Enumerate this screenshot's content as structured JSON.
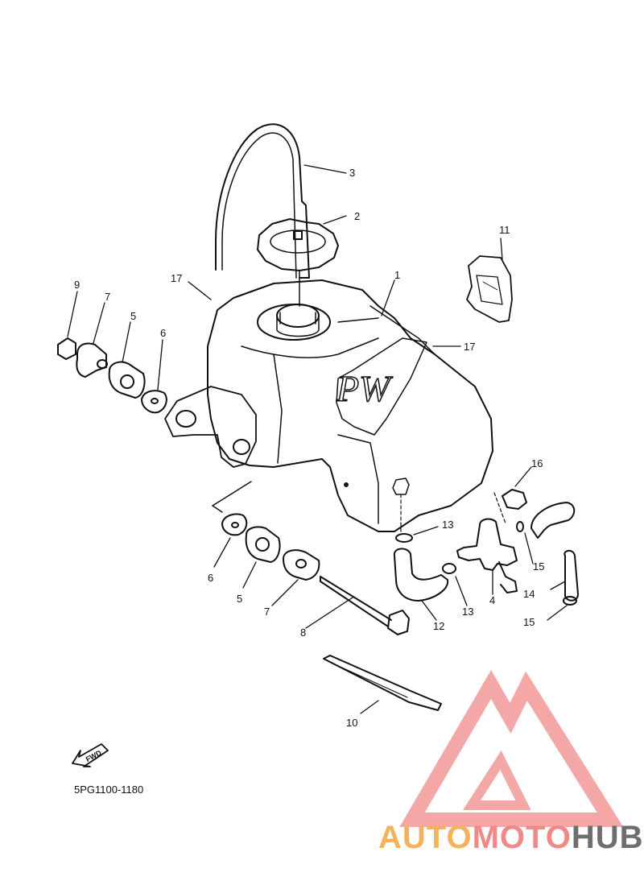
{
  "diagram": {
    "part_code": "5PG1100-1180",
    "fwd_label": "FWD",
    "tank_decal": "PW",
    "callouts": {
      "n1": "1",
      "n2": "2",
      "n3": "3",
      "n4": "4",
      "n5a": "5",
      "n5b": "5",
      "n6a": "6",
      "n6b": "6",
      "n7a": "7",
      "n7b": "7",
      "n8": "8",
      "n9": "9",
      "n10": "10",
      "n11": "11",
      "n12": "12",
      "n13a": "13",
      "n13b": "13",
      "n14": "14",
      "n15a": "15",
      "n15b": "15",
      "n16": "16",
      "n17a": "17",
      "n17b": "17"
    }
  },
  "watermark": {
    "part1": "AUTO",
    "part2": "MOTO",
    "part3": "HUB",
    "colors": {
      "orange": "#f5b25a",
      "red": "#f08a8a",
      "gray": "#6e6e6e"
    }
  }
}
